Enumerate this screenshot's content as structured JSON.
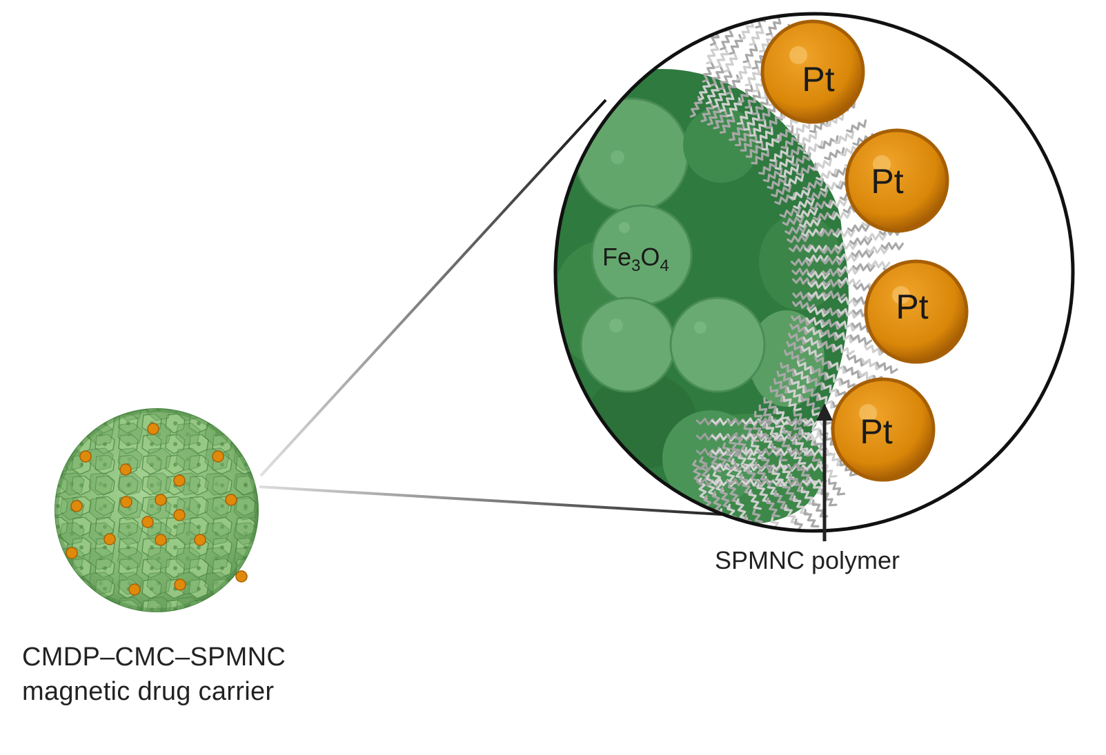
{
  "labels": {
    "carrier_line1": "CMDP–CMC–SPMNC",
    "carrier_line2": "magnetic drug carrier",
    "polymer": "SPMNC polymer",
    "core_main": "Fe",
    "core_sub1": "3",
    "core_mid": "O",
    "core_sub2": "4",
    "platinum": [
      "Pt",
      "Pt",
      "Pt",
      "Pt"
    ]
  },
  "colors": {
    "dark_green": "#2f7a3f",
    "mid_green": "#4e9a5c",
    "light_green": "#6fae78",
    "carrier_green": "#8cc07a",
    "pt_orange": "#dc8a0f",
    "pt_rim": "#a65f05",
    "outline": "#111111",
    "polymer_gray": "#bdbdbd"
  }
}
